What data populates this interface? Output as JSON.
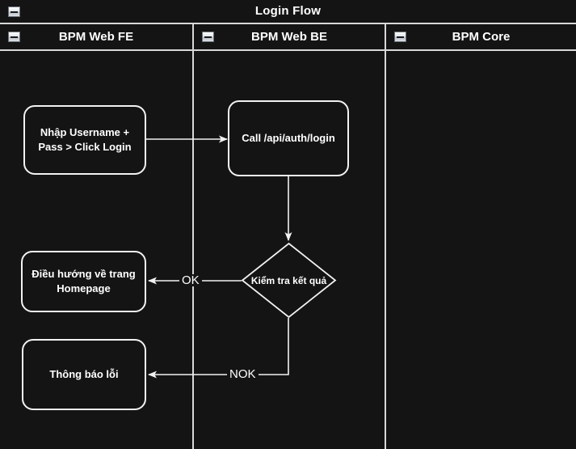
{
  "diagram": {
    "title": "Login Flow",
    "collapse_icon": "minus-collapse-icon",
    "background_color": "#141414",
    "line_color": "#f2f2f2",
    "text_color": "#ffffff"
  },
  "lanes": [
    {
      "id": "bpm-web-fe",
      "label": "BPM Web FE"
    },
    {
      "id": "bpm-web-be",
      "label": "BPM Web BE"
    },
    {
      "id": "bpm-core",
      "label": "BPM Core"
    }
  ],
  "nodes": [
    {
      "id": "input-credentials",
      "lane": "bpm-web-fe",
      "shape": "rounded-rect",
      "label": "Nhập Username +\nPass > Click Login"
    },
    {
      "id": "call-login-api",
      "lane": "bpm-web-be",
      "shape": "rounded-rect",
      "label": "Call /api/auth/login"
    },
    {
      "id": "check-result",
      "lane": "bpm-web-be",
      "shape": "diamond",
      "label": "Kiểm tra kết quả"
    },
    {
      "id": "navigate-homepage",
      "lane": "bpm-web-fe",
      "shape": "rounded-rect",
      "label": "Điều hướng về trang\nHomepage"
    },
    {
      "id": "show-error",
      "lane": "bpm-web-fe",
      "shape": "rounded-rect",
      "label": "Thông báo lỗi"
    }
  ],
  "edges": [
    {
      "id": "e1",
      "from": "input-credentials",
      "to": "call-login-api",
      "label": ""
    },
    {
      "id": "e2",
      "from": "call-login-api",
      "to": "check-result",
      "label": ""
    },
    {
      "id": "e3",
      "from": "check-result",
      "to": "navigate-homepage",
      "label": "OK"
    },
    {
      "id": "e4",
      "from": "check-result",
      "to": "show-error",
      "label": "NOK"
    }
  ]
}
